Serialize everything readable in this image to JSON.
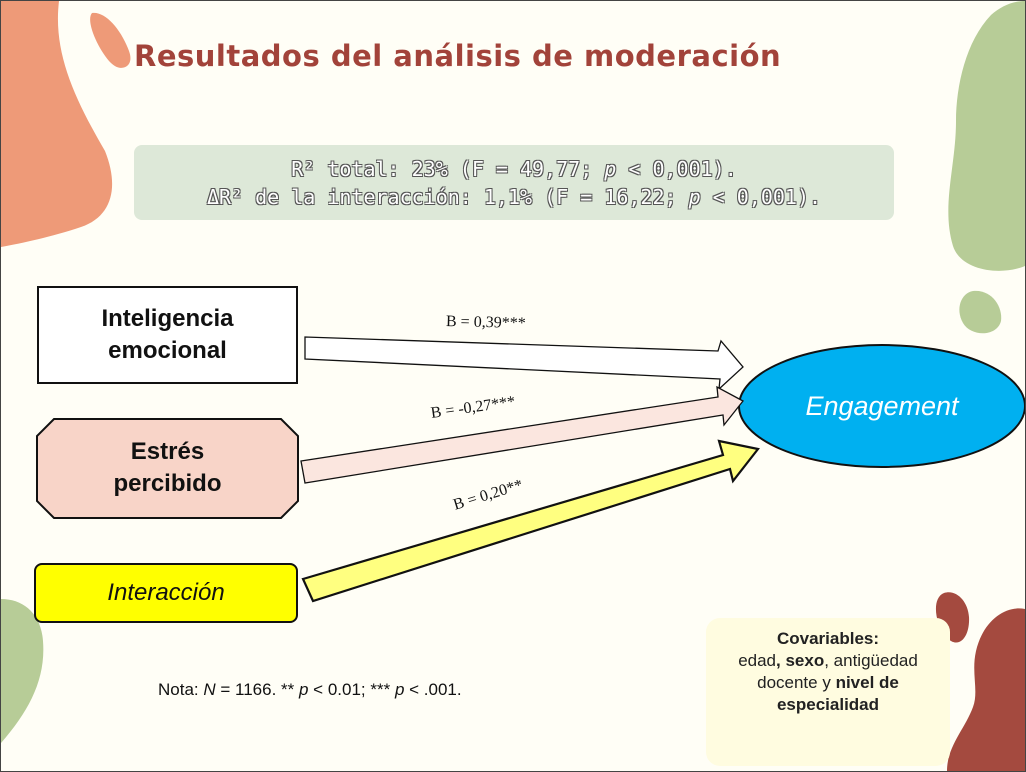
{
  "slide": {
    "title": "Resultados del análisis de moderación",
    "stats": {
      "line1_pre": "R² total: 23% (F = 49,77; ",
      "line1_p": "p",
      "line1_post": " < 0,001).",
      "line2_pre": "ΔR² de la interacción: 1,1% (F = 16,22; ",
      "line2_p": "p",
      "line2_post": " < 0,001)."
    },
    "nodes": {
      "inteligencia_line1": "Inteligencia",
      "inteligencia_line2": "emocional",
      "estres_line1": "Estrés",
      "estres_line2": "percibido",
      "interaccion": "Interacción",
      "engagement": "Engagement"
    },
    "paths": {
      "b1": "B = 0,39***",
      "b2": "B = -0,27***",
      "b3": "B = 0,20**"
    },
    "note": {
      "prefix": "Nota: ",
      "n_symbol": "N",
      "n_value": " = 1166. ** ",
      "p1": "p",
      "p1_value": " < 0.01; *** ",
      "p2": "p",
      "p2_value": " < .001."
    },
    "covariables": {
      "heading": "Covariables:",
      "item1": "edad",
      "sep1": ", ",
      "item2": "sexo",
      "sep2": ", antigüedad",
      "item3": "docente y ",
      "item4_a": "nivel de",
      "item4_b": "especialidad"
    },
    "colors": {
      "title": "#a2433a",
      "blob_salmon": "#ee9a78",
      "blob_green": "#b7cc97",
      "blob_brown": "#a44a3f",
      "stats_bg": "#dde8d8",
      "engagement_fill": "#00b0f0",
      "interaccion_fill": "#ffff00",
      "estres_fill": "#f8d4c8"
    }
  }
}
